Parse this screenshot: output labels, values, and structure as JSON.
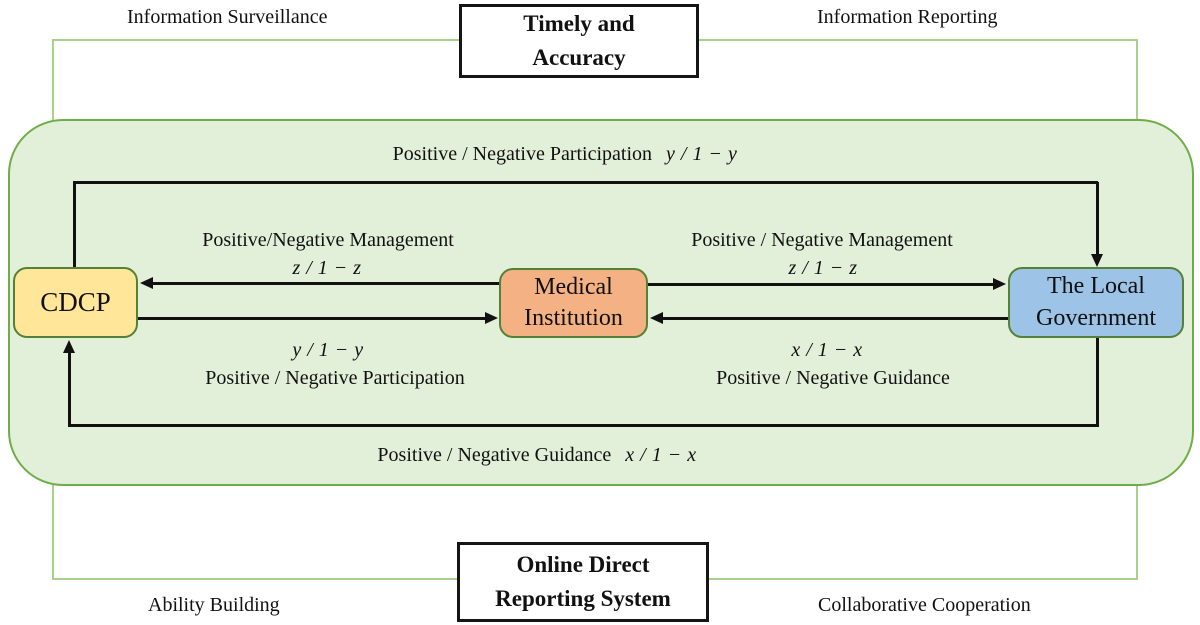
{
  "outer": {
    "top_box_label": "Timely and Accuracy",
    "bottom_box_label": "Online Direct Reporting System",
    "top_left_label": "Information Surveillance",
    "top_right_label": "Information Reporting",
    "bottom_left_label": "Ability Building",
    "bottom_right_label": "Collaborative Cooperation"
  },
  "entities": {
    "cdcp": {
      "label": "CDCP"
    },
    "medical": {
      "label": "Medical Institution"
    },
    "government": {
      "label": "The Local Government"
    }
  },
  "edges": {
    "top_loop": {
      "label": "Positive / Negative Participation",
      "formula": "y / 1 − y"
    },
    "mi_to_cdcp": {
      "label": "Positive/Negative Management",
      "formula": "z / 1 − z"
    },
    "cdcp_to_mi": {
      "label": "Positive / Negative Participation",
      "formula": "y / 1 − y"
    },
    "mi_to_gov": {
      "label": "Positive / Negative Management",
      "formula": "z / 1 − z"
    },
    "gov_to_mi": {
      "label": "Positive / Negative Guidance",
      "formula": "x / 1 − x"
    },
    "bottom_loop": {
      "label": "Positive / Negative Guidance",
      "formula": "x / 1 − x"
    }
  },
  "colors": {
    "boundary_fill": "#e2efd9",
    "boundary_border": "#70ad47",
    "outer_frame": "#a9d18e",
    "node_border": "#538135",
    "cdcp_fill": "#ffe699",
    "medical_fill": "#f4b183",
    "government_fill": "#9dc3e6",
    "line": "#111111"
  }
}
